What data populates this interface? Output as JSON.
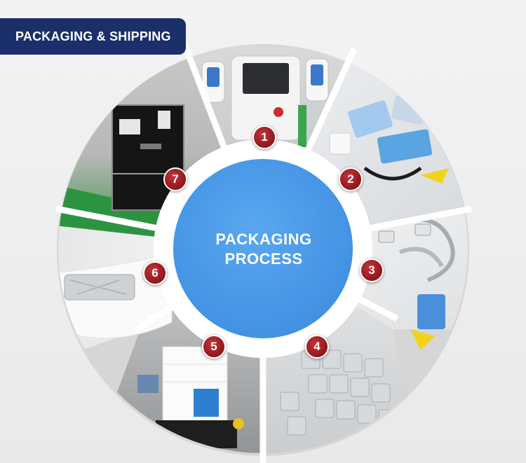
{
  "header": {
    "title": "PACKAGING & SHIPPING"
  },
  "center": {
    "line1": "PACKAGING",
    "line2": "PROCESS"
  },
  "steps": [
    {
      "number": "1",
      "icon": "machine-unit-photo-icon"
    },
    {
      "number": "2",
      "icon": "accessories-bags-photo-icon"
    },
    {
      "number": "3",
      "icon": "handpiece-cables-photo-icon"
    },
    {
      "number": "4",
      "icon": "gel-pads-photo-icon"
    },
    {
      "number": "5",
      "icon": "foam-packed-machine-photo-icon"
    },
    {
      "number": "6",
      "icon": "foam-tray-wrapped-parts-photo-icon"
    },
    {
      "number": "7",
      "icon": "flight-case-photo-icon"
    }
  ],
  "colors": {
    "banner": "#1b2f6b",
    "center_circle": "#4a9ae8",
    "badge": "#9c1c20",
    "ring": "#ffffff"
  }
}
